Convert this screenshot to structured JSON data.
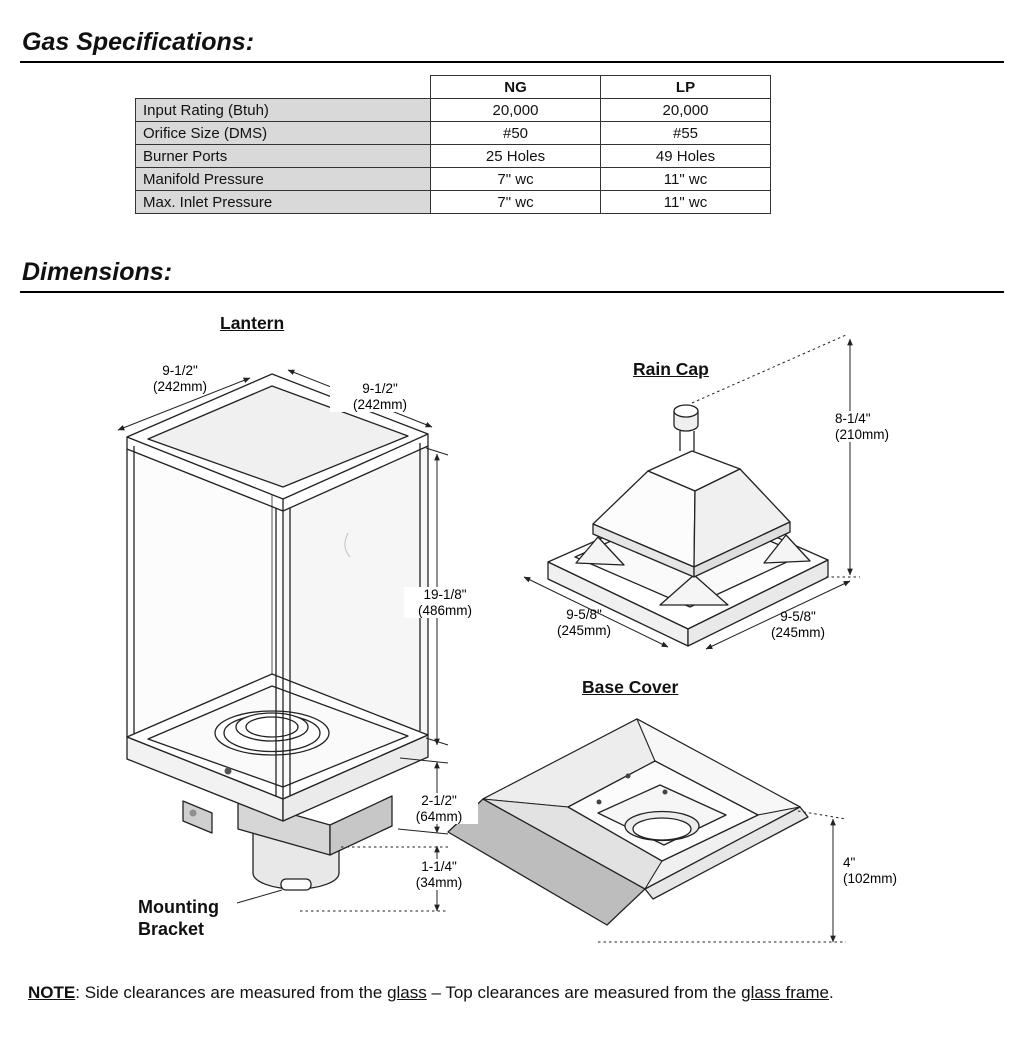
{
  "headings": {
    "gas": "Gas Specifications:",
    "dimensions": "Dimensions:"
  },
  "spec_table": {
    "col_headers": [
      "NG",
      "LP"
    ],
    "rows": [
      {
        "label": "Input Rating (Btuh)",
        "ng": "20,000",
        "lp": "20,000"
      },
      {
        "label": "Orifice Size (DMS)",
        "ng": "#50",
        "lp": "#55"
      },
      {
        "label": "Burner Ports",
        "ng": "25 Holes",
        "lp": "49 Holes"
      },
      {
        "label": "Manifold Pressure",
        "ng": "7\" wc",
        "lp": "11\" wc"
      },
      {
        "label": "Max. Inlet Pressure",
        "ng": "7\" wc",
        "lp": "11\" wc"
      }
    ]
  },
  "lantern": {
    "title": "Lantern",
    "width_left_in": "9-1/2\"",
    "width_left_mm": "(242mm)",
    "width_right_in": "9-1/2\"",
    "width_right_mm": "(242mm)",
    "height_in": "19-1/8\"",
    "height_mm": "(486mm)",
    "bracket_upper_in": "2-1/2\"",
    "bracket_upper_mm": "(64mm)",
    "bracket_lower_in": "1-1/4\"",
    "bracket_lower_mm": "(34mm)",
    "bracket_label_line1": "Mounting",
    "bracket_label_line2": "Bracket"
  },
  "rain_cap": {
    "title": "Rain Cap",
    "height_in": "8-1/4\"",
    "height_mm": "(210mm)",
    "width_left_in": "9-5/8\"",
    "width_left_mm": "(245mm)",
    "width_right_in": "9-5/8\"",
    "width_right_mm": "(245mm)"
  },
  "base_cover": {
    "title": "Base Cover",
    "height_in": "4\"",
    "height_mm": "(102mm)"
  },
  "note": {
    "label": "NOTE",
    "colon": ": ",
    "part1": "Side clearances are measured from the ",
    "glass": "glass",
    "part2": " – Top clearances are measured from the ",
    "glass_frame": "glass frame",
    "period": "."
  }
}
